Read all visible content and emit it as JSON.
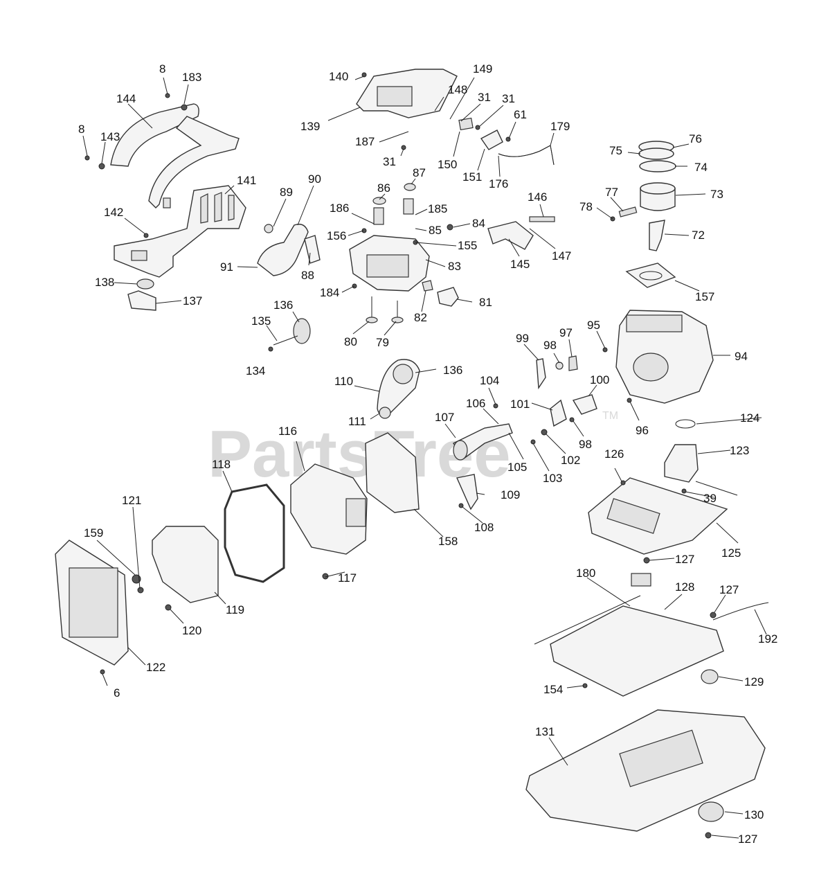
{
  "watermark": {
    "text": "PartsTree",
    "tm": "TM"
  },
  "callouts": {
    "c6": "6",
    "c8a": "8",
    "c8b": "8",
    "c31a": "31",
    "c31b": "31",
    "c31c": "31",
    "c39": "39",
    "c61": "61",
    "c72": "72",
    "c73": "73",
    "c74": "74",
    "c75": "75",
    "c76": "76",
    "c77": "77",
    "c78": "78",
    "c79": "79",
    "c80": "80",
    "c81": "81",
    "c82": "82",
    "c83": "83",
    "c84": "84",
    "c85": "85",
    "c86": "86",
    "c87": "87",
    "c88": "88",
    "c89": "89",
    "c90": "90",
    "c91": "91",
    "c94": "94",
    "c95": "95",
    "c96": "96",
    "c97": "97",
    "c98a": "98",
    "c98b": "98",
    "c99": "99",
    "c100": "100",
    "c101": "101",
    "c102": "102",
    "c103": "103",
    "c104": "104",
    "c105": "105",
    "c106": "106",
    "c107": "107",
    "c108": "108",
    "c109": "109",
    "c110": "110",
    "c111": "111",
    "c116": "116",
    "c117": "117",
    "c118": "118",
    "c119": "119",
    "c120": "120",
    "c121": "121",
    "c122": "122",
    "c123": "123",
    "c124": "124",
    "c125": "125",
    "c126": "126",
    "c127a": "127",
    "c127b": "127",
    "c127c": "127",
    "c128": "128",
    "c129": "129",
    "c130": "130",
    "c131": "131",
    "c134": "134",
    "c135": "135",
    "c136a": "136",
    "c136b": "136",
    "c137": "137",
    "c138": "138",
    "c139": "139",
    "c140": "140",
    "c141": "141",
    "c142": "142",
    "c143": "143",
    "c144": "144",
    "c145": "145",
    "c146": "146",
    "c147": "147",
    "c148": "148",
    "c149": "149",
    "c150": "150",
    "c151": "151",
    "c154": "154",
    "c155": "155",
    "c156": "156",
    "c157": "157",
    "c158": "158",
    "c159": "159",
    "c176": "176",
    "c179": "179",
    "c180": "180",
    "c183": "183",
    "c184": "184",
    "c185": "185",
    "c186": "186",
    "c187": "187",
    "c192": "192"
  }
}
